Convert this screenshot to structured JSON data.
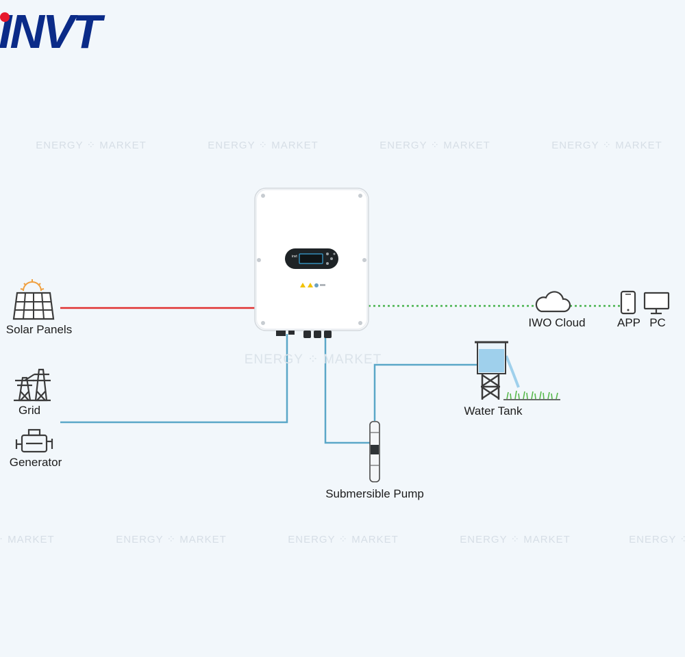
{
  "brand": {
    "logo_text": "INVT",
    "logo_color": "#0b2b88",
    "accent_dot": "#e8192c"
  },
  "inverter": {
    "lcd_brand": "invt"
  },
  "watermark": {
    "word1": "ENERGY",
    "word2": "MARKET"
  },
  "labels": {
    "solar_panels": "Solar Panels",
    "grid": "Grid",
    "generator": "Generator",
    "cloud": "IWO Cloud",
    "app": "APP",
    "pc": "PC",
    "water_tank": "Water Tank",
    "pump": "Submersible Pump"
  },
  "colors": {
    "dc_line": "#e03030",
    "ac_line": "#5aa7c8",
    "comm_line": "#45b14a",
    "icon_stroke": "#3b3b3b",
    "sun": "#f0a040",
    "water": "#9fd0ec",
    "grass": "#56b84a"
  }
}
